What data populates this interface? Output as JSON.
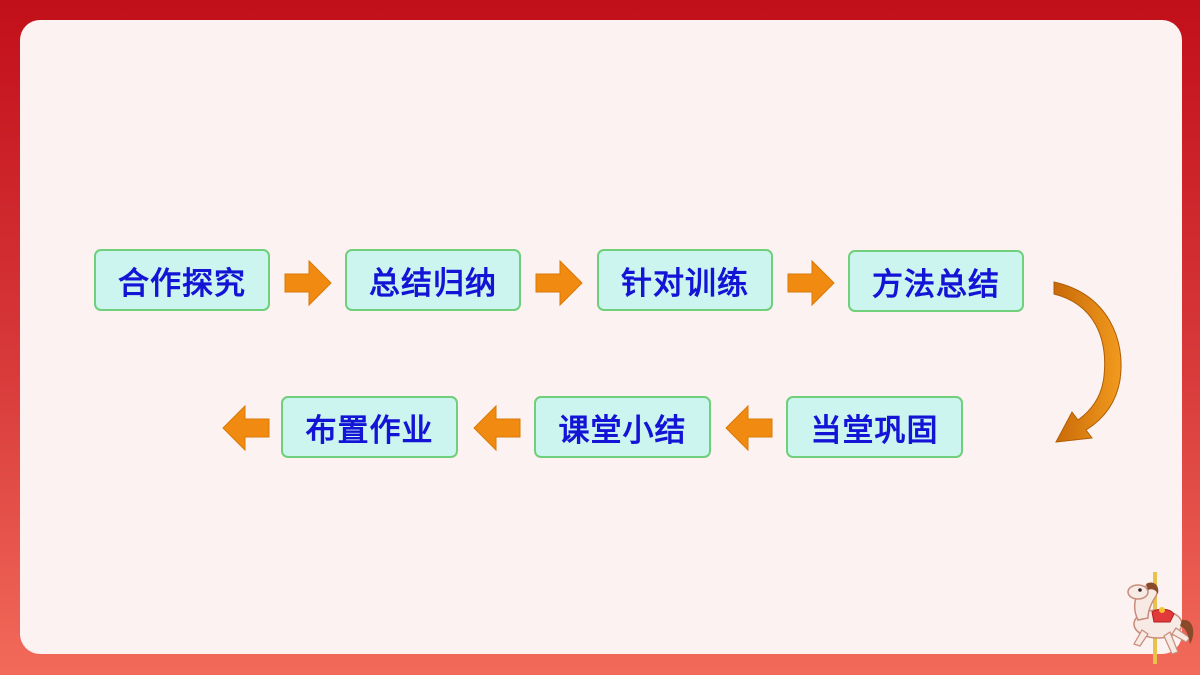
{
  "flow": {
    "row1": [
      "合作探究",
      "总结归纳",
      "针对训练",
      "方法总结"
    ],
    "row2": [
      "当堂巩固",
      "课堂小结",
      "布置作业"
    ]
  },
  "colors": {
    "box_fill": "#cbf5ee",
    "box_border": "#6fcf7a",
    "text": "#1414d6",
    "arrow": "#f08a10",
    "background_top": "#c20f1a",
    "background_bottom": "#f26a5a"
  },
  "icons": {
    "mascot": "carousel-horse-icon"
  }
}
